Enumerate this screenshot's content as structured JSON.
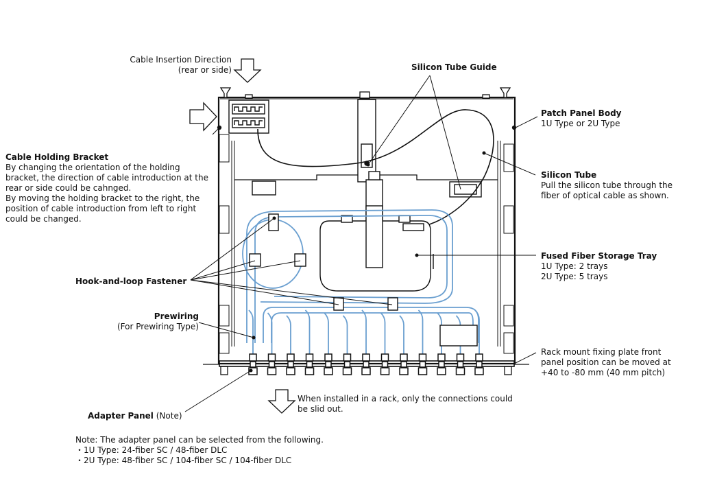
{
  "labels": {
    "cable_insertion": {
      "title": "Cable Insertion Direction",
      "sub": "(rear or side)"
    },
    "silicon_tube_guide": "Silicon Tube Guide",
    "patch_panel_body": {
      "title": "Patch Panel Body",
      "sub": "1U Type or 2U Type"
    },
    "cable_holding_bracket": {
      "title": "Cable Holding Bracket",
      "lines": [
        "By changing the orientation of the holding",
        "bracket, the direction of cable introduction at the",
        "rear or side could be cahnged.",
        "By moving the holding bracket to the right, the",
        "position of cable introduction from left to right",
        "could be changed."
      ]
    },
    "silicon_tube": {
      "title": "Silicon Tube",
      "lines": [
        "Pull the silicon tube through the",
        "fiber of optical cable as shown."
      ]
    },
    "fused_fiber_storage_tray": {
      "title": "Fused Fiber Storage Tray",
      "lines": [
        "1U Type: 2 trays",
        "2U Type: 5 trays"
      ]
    },
    "hook_and_loop_fastener": "Hook-and-loop Fastener",
    "prewiring": {
      "title": "Prewiring",
      "sub": "(For Prewiring Type)"
    },
    "rack_mount_plate": {
      "lines": [
        "Rack mount fixing plate front",
        "panel position can be moved at",
        "+40 to -80 mm (40 mm pitch)"
      ]
    },
    "rack_note": {
      "lines": [
        "When installed in a rack, only the connections could",
        "be slid out."
      ]
    },
    "adapter_panel": {
      "title": "Adapter Panel",
      "suffix": "(Note)"
    }
  },
  "note": {
    "title": "Note: The adapter panel can be selected from the following.",
    "items": [
      "・1U Type: 24-fiber SC / 48-fiber DLC",
      "・2U Type: 48-fiber SC / 104-fiber SC / 104-fiber DLC"
    ]
  },
  "colors": {
    "fiber": "#6a9fd0",
    "line": "#111111"
  }
}
